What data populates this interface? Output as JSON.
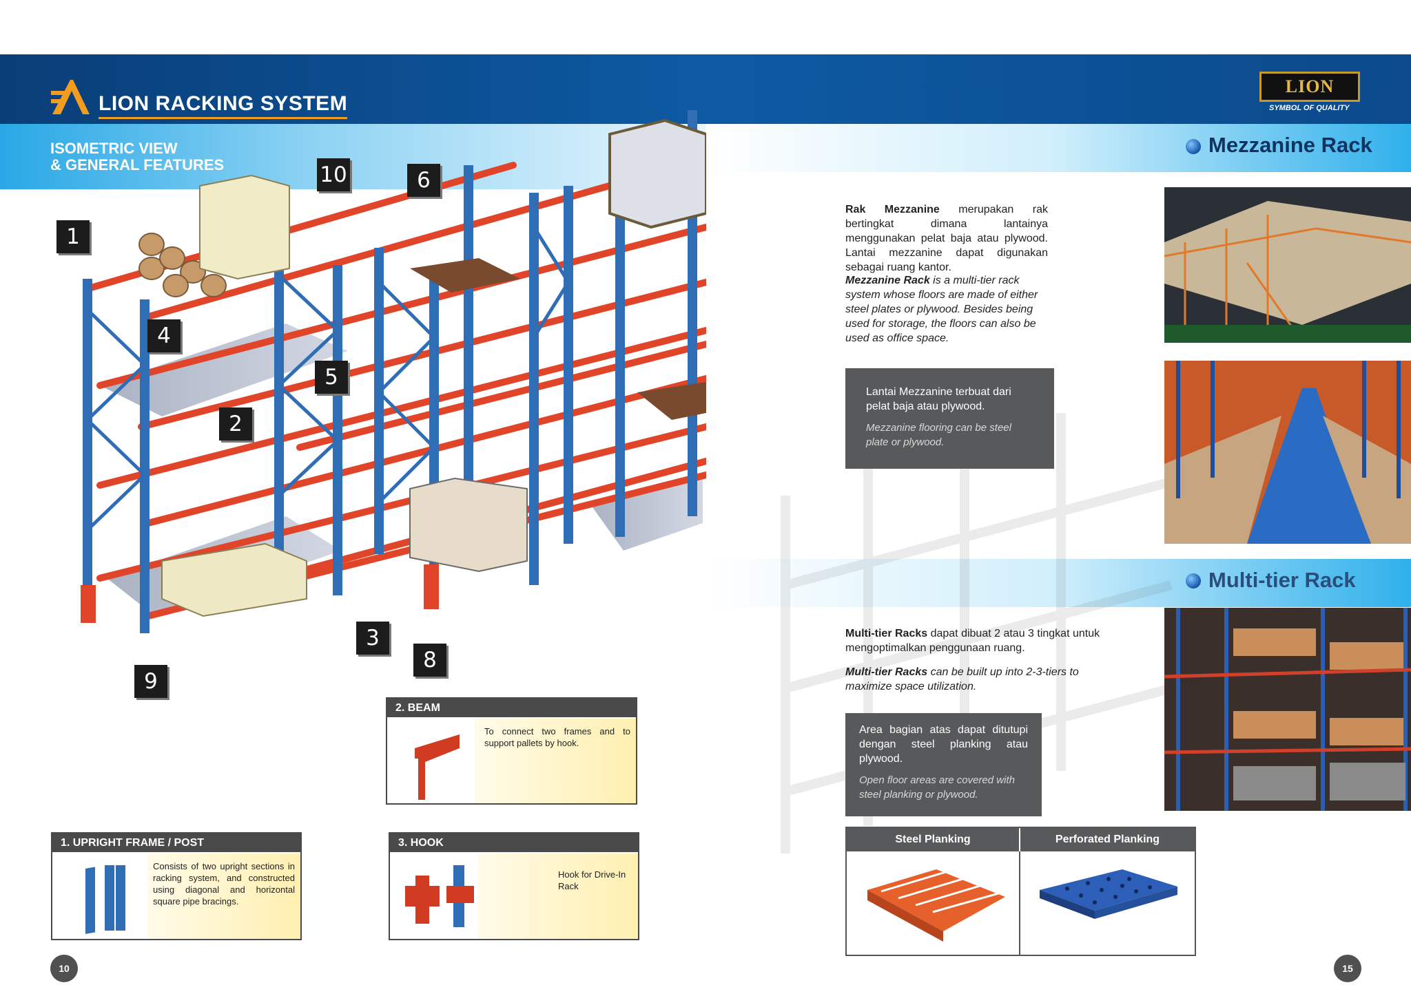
{
  "header": {
    "brand_title": "LION RACKING SYSTEM",
    "badge_text": "LION",
    "badge_tagline": "SYMBOL OF QUALITY"
  },
  "left_page": {
    "section_title_line1": "ISOMETRIC VIEW",
    "section_title_line2": "& GENERAL FEATURES",
    "callouts": [
      "1",
      "2",
      "3",
      "4",
      "5",
      "6",
      "8",
      "9",
      "10"
    ],
    "features": [
      {
        "heading": "2. BEAM",
        "text": "To connect two frames and to support pallets by hook."
      },
      {
        "heading": "1. UPRIGHT FRAME / POST",
        "text": "Consists of two upright sections in racking system, and constructed using diagonal and horizontal square pipe bracings."
      },
      {
        "heading": "3. HOOK",
        "text": "Hook for Drive-In Rack"
      }
    ],
    "page_number": "10"
  },
  "right_page": {
    "mezzanine": {
      "title": "Mezzanine Rack",
      "id_bold": "Rak Mezzanine",
      "id_text": " merupakan rak bertingkat dimana lantainya menggunakan pelat baja atau plywood. Lantai mezzanine dapat digunakan sebagai ruang kantor.",
      "en_bold": "Mezzanine Rack",
      "en_text": " is a multi-tier rack system whose floors are made of either steel plates or plywood. Besides being used for storage, the floors can also be used as office space.",
      "note_id": "Lantai Mezzanine terbuat dari pelat baja atau plywood.",
      "note_en": "Mezzanine flooring can be steel plate or plywood."
    },
    "multitier": {
      "title": "Multi-tier Rack",
      "id_bold": "Multi-tier Racks",
      "id_text": " dapat dibuat 2 atau 3 tingkat untuk mengoptimalkan penggunaan ruang.",
      "en_bold": "Multi-tier Racks",
      "en_text": " can be built up into 2-3-tiers to maximize space utilization.",
      "note_id": "Area bagian atas dapat ditutupi dengan steel planking atau plywood.",
      "note_en": "Open floor areas are covered with steel planking or plywood."
    },
    "planking": {
      "steel_label": "Steel Planking",
      "perforated_label": "Perforated Planking"
    },
    "page_number": "15"
  },
  "colors": {
    "header_blue": "#0d5aa3",
    "accent_orange": "#f39c1e",
    "rack_blue": "#2f6db5",
    "rack_orange": "#e0452a",
    "box_grey": "#58595b"
  }
}
